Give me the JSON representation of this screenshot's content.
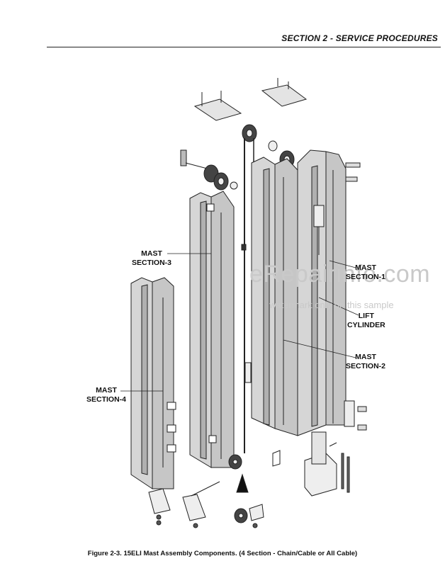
{
  "header": {
    "title": "SECTION 2 - SERVICE PROCEDURES"
  },
  "labels": {
    "mast_section_3": [
      "MAST",
      "SECTION-3"
    ],
    "mast_section_4": [
      "MAST",
      "SECTION-4"
    ],
    "mast_section_1": [
      "MAST",
      "SECTION-1"
    ],
    "lift_cylinder": [
      "LIFT",
      "CYLINDER"
    ],
    "mast_section_2": [
      "MAST",
      "SECTION-2"
    ]
  },
  "watermark": {
    "site": "eRepairinfo.com",
    "note": "watermark only on this sample"
  },
  "caption": "Figure 2-3.  15ELI Mast Assembly Components. (4 Section - Chain/Cable or All Cable)"
}
